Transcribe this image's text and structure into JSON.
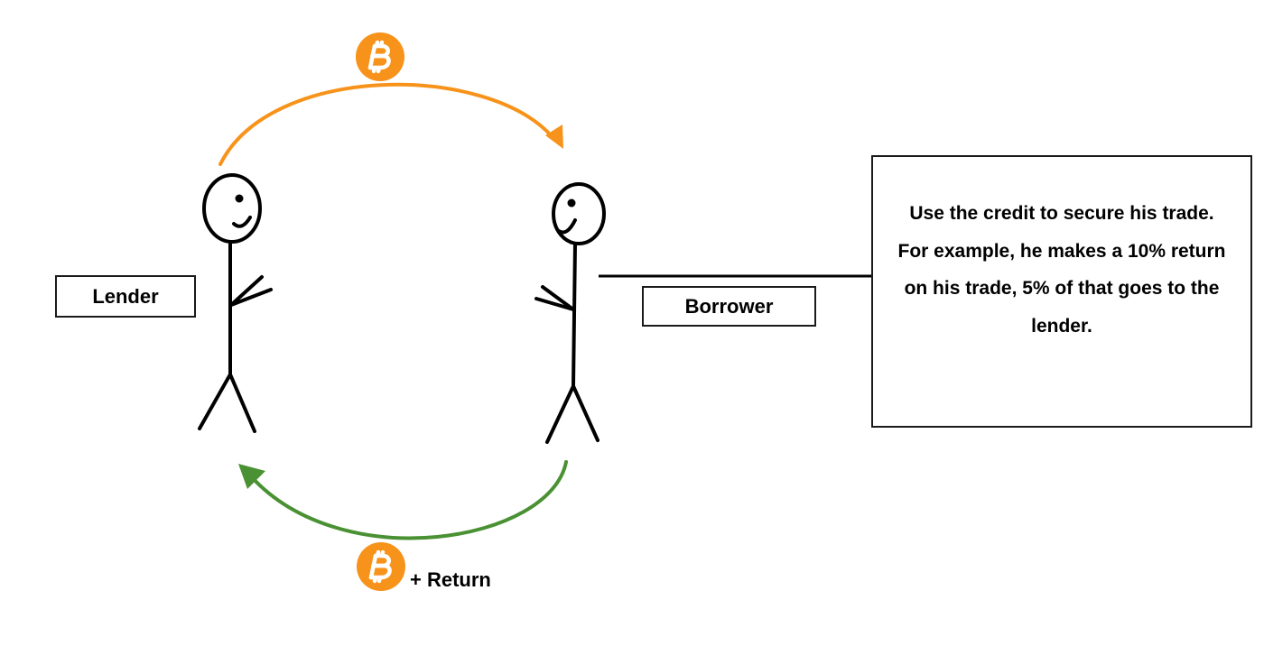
{
  "labels": {
    "lender": "Lender",
    "borrower": "Borrower",
    "return": "+ Return"
  },
  "note": {
    "line1": "Use the credit to secure his trade.",
    "line2": "For example, he makes a 10% return on his trade, 5% of that goes to the lender."
  },
  "colors": {
    "loan_arrow": "#f7931a",
    "return_arrow": "#4a9133",
    "coin": "#f7931a",
    "ink": "#000000"
  },
  "icons": {
    "coin": "bitcoin-icon"
  }
}
